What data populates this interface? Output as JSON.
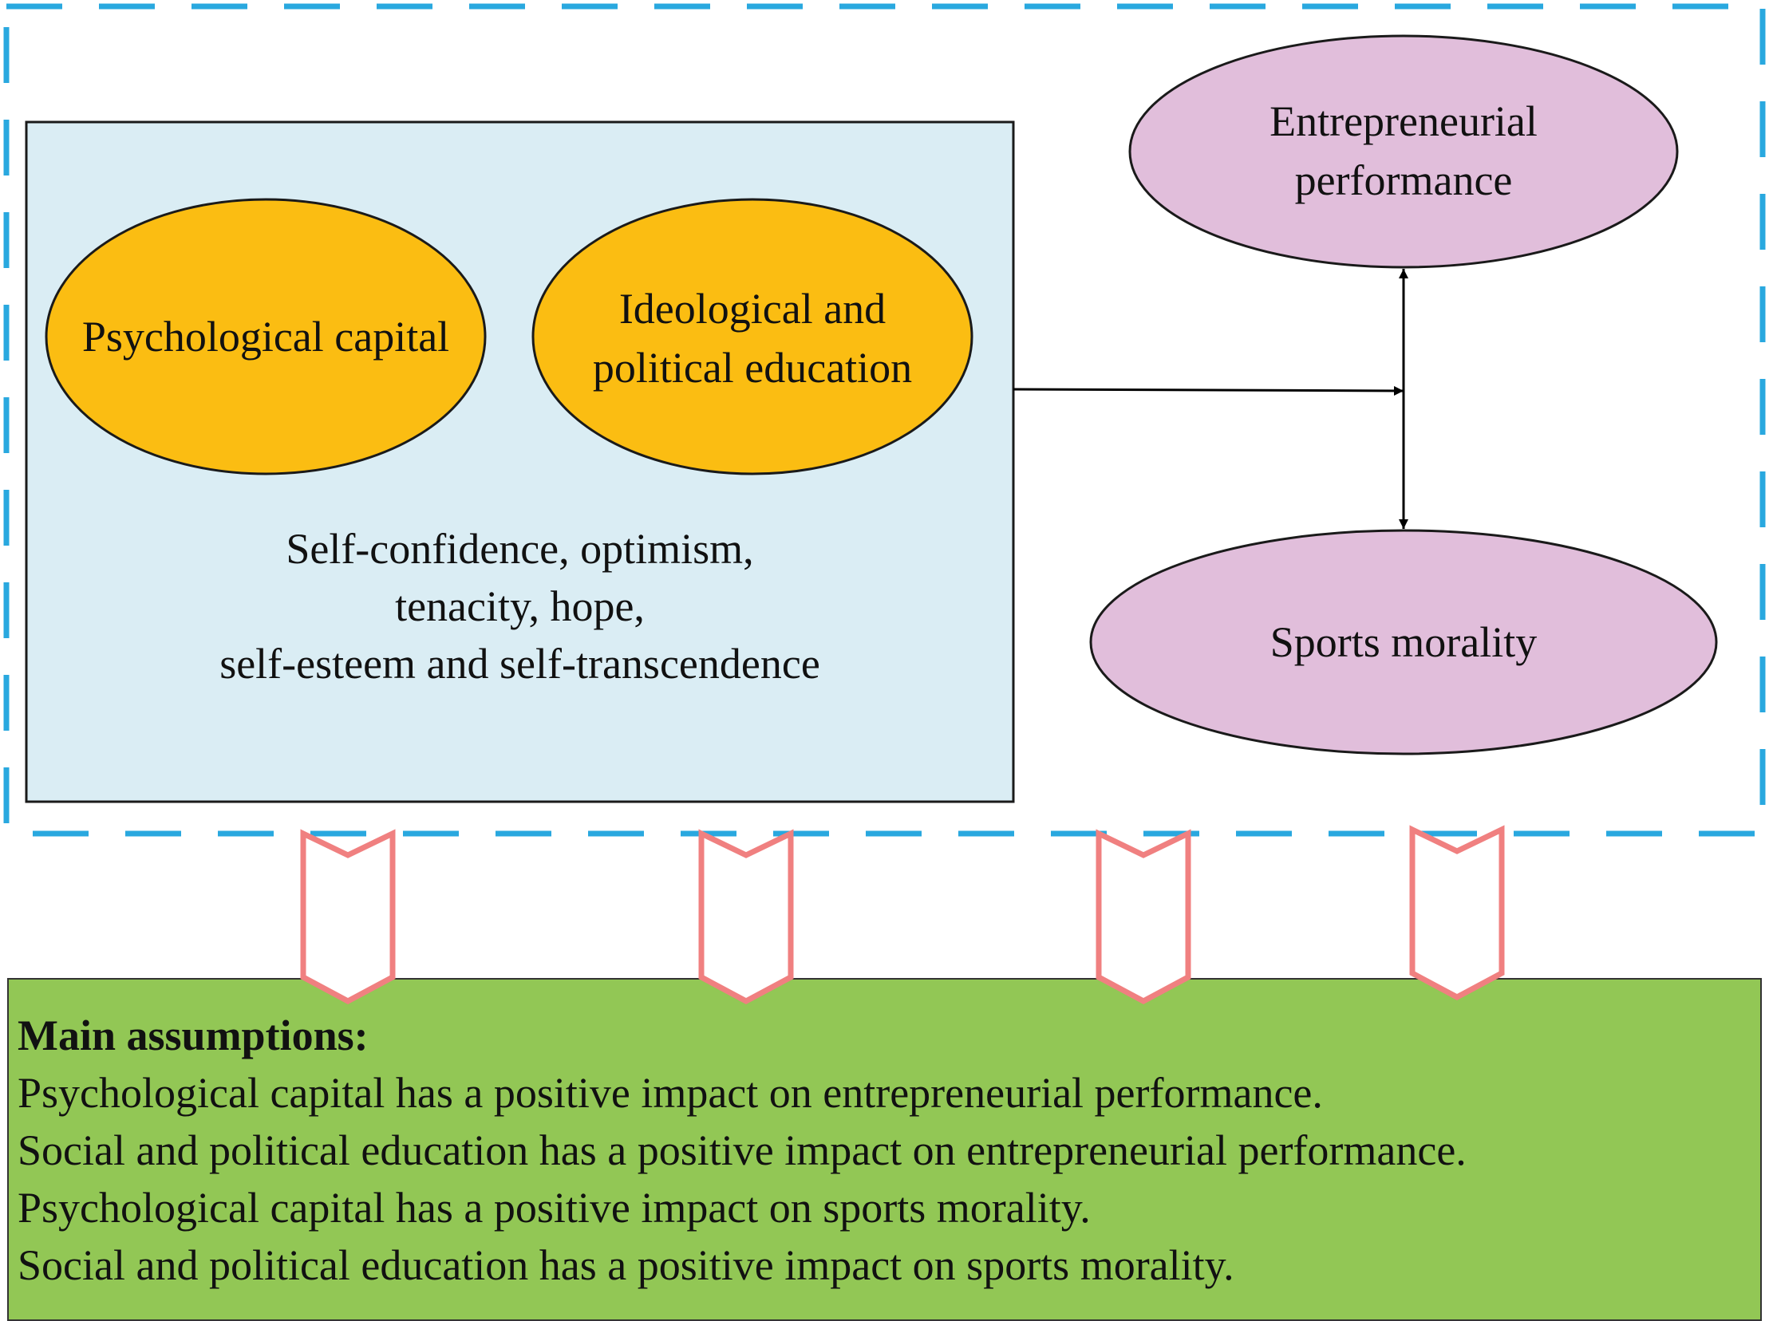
{
  "diagram": {
    "colors": {
      "dashed_border": "#29a8df",
      "factor_box_fill": "#daedf4",
      "orange_node": "#fbbd12",
      "purple_node": "#e1bedb",
      "chevron_stroke": "#f08080",
      "assumption_fill": "#92c755"
    },
    "nodes": {
      "psychological_capital": "Psychological capital",
      "ideological_line1": "Ideological and",
      "ideological_line2": "political education",
      "entrepreneurial_line1": "Entrepreneurial",
      "entrepreneurial_line2": "performance",
      "sports_morality": "Sports morality"
    },
    "factors": {
      "line1": "Self-confidence, optimism,",
      "line2": "tenacity, hope,",
      "line3": "self-esteem and self-transcendence"
    },
    "assumptions": {
      "heading": "Main assumptions:",
      "lines": [
        "Psychological capital has a positive impact on entrepreneurial performance.",
        "Social and political education has a positive impact on entrepreneurial performance.",
        "Psychological capital has a positive impact on sports morality.",
        "Social and political education has a positive impact on sports morality."
      ]
    }
  }
}
